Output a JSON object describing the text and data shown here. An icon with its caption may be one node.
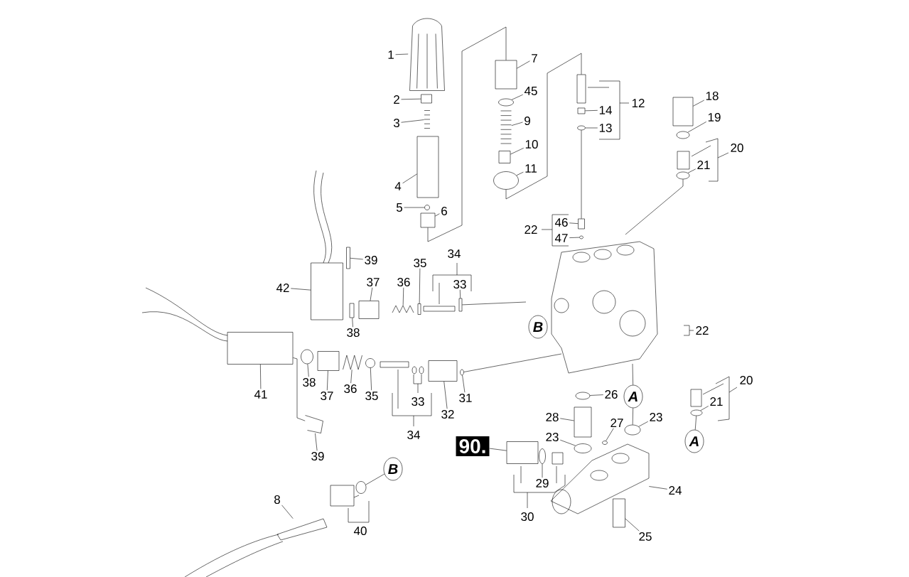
{
  "diagram": {
    "nodes": [
      {
        "text": [
          "1"
        ]
      },
      {
        "text": [
          "7"
        ]
      },
      {
        "text": [
          "45"
        ]
      },
      {
        "text": [
          "18"
        ]
      },
      {
        "text": [
          "2"
        ]
      },
      {
        "text": [
          "14"
        ]
      },
      {
        "text": [
          "19"
        ]
      },
      {
        "text": [
          "3"
        ]
      },
      {
        "text": [
          "9"
        ]
      },
      {
        "text": [
          "13"
        ]
      },
      {
        "text": [
          "10"
        ]
      },
      {
        "text": [
          "21"
        ]
      },
      {
        "text": [
          "11"
        ]
      },
      {
        "text": [
          "4"
        ]
      },
      {
        "text": [
          "5"
        ]
      },
      {
        "text": [
          "6"
        ]
      },
      {
        "text": [
          "46"
        ]
      },
      {
        "text": [
          "47"
        ]
      },
      {
        "text": [
          "39"
        ]
      },
      {
        "text": [
          "35"
        ]
      },
      {
        "text": [
          "37"
        ]
      },
      {
        "text": [
          "36"
        ]
      },
      {
        "text": [
          "33"
        ]
      },
      {
        "text": [
          "42"
        ]
      },
      {
        "text": [
          "B"
        ]
      },
      {
        "text": [
          "38"
        ]
      },
      {
        "text": [
          "41"
        ]
      },
      {
        "text": [
          "38"
        ]
      },
      {
        "text": [
          "36"
        ]
      },
      {
        "text": [
          "37"
        ]
      },
      {
        "text": [
          "35"
        ]
      },
      {
        "text": [
          "32"
        ]
      },
      {
        "text": [
          "31"
        ]
      },
      {
        "text": [
          "26"
        ]
      },
      {
        "text": [
          "A"
        ]
      },
      {
        "text": [
          "21"
        ]
      },
      {
        "text": [
          "28"
        ]
      },
      {
        "text": [
          "23"
        ]
      },
      {
        "text": [
          "27"
        ]
      },
      {
        "text": [
          "23"
        ]
      },
      {
        "text": [
          "A"
        ]
      },
      {
        "text": [
          "90."
        ]
      },
      {
        "text": [
          "39"
        ]
      },
      {
        "text": [
          "B"
        ]
      },
      {
        "text": [
          "29"
        ]
      },
      {
        "text": [
          "24"
        ]
      },
      {
        "text": [
          "8"
        ]
      },
      {
        "text": [
          "25"
        ]
      },
      {
        "text": [],
        "shape": "picture"
      },
      {
        "text": [],
        "shape": "box"
      },
      {
        "text": [],
        "shape": "circle"
      },
      {
        "text": [],
        "shape": "box"
      },
      {
        "text": [],
        "shape": "box"
      },
      {
        "text": [],
        "shape": "box"
      },
      {
        "text": [],
        "shape": "circle"
      },
      {
        "text": [],
        "shape": "picture"
      },
      {
        "text": [],
        "shape": "picture"
      },
      {
        "text": [],
        "shape": "circle"
      },
      {
        "text": [],
        "shape": "box"
      },
      {
        "text": [],
        "shape": "circle"
      },
      {
        "text": [],
        "shape": "circle"
      },
      {
        "text": [],
        "shape": "box"
      },
      {
        "text": [],
        "shape": "circle"
      },
      {
        "text": [],
        "shape": "box"
      },
      {
        "text": [],
        "shape": "box"
      },
      {
        "text": [],
        "shape": "circle"
      },
      {
        "text": [],
        "shape": "box"
      },
      {
        "text": [],
        "shape": "box"
      },
      {
        "text": [],
        "shape": "box"
      },
      {
        "text": [],
        "shape": "picture"
      },
      {
        "text": [],
        "shape": "box"
      },
      {
        "text": [],
        "shape": "box"
      },
      {
        "text": [],
        "shape": "box"
      },
      {
        "text": [],
        "shape": "box"
      },
      {
        "text": [],
        "shape": "circle"
      },
      {
        "text": [],
        "shape": "picture"
      },
      {
        "text": [],
        "shape": "box"
      },
      {
        "text": [],
        "shape": "circle"
      },
      {
        "text": [],
        "shape": "box"
      },
      {
        "text": [],
        "shape": "circle"
      },
      {
        "text": [],
        "shape": "circle"
      },
      {
        "text": [],
        "shape": "circle"
      },
      {
        "text": [],
        "shape": "box"
      },
      {
        "text": [],
        "shape": "circle"
      },
      {
        "text": [],
        "shape": "circle"
      },
      {
        "text": [],
        "shape": "circle"
      },
      {
        "text": [],
        "shape": "box"
      },
      {
        "text": [],
        "shape": "picture"
      },
      {
        "text": [],
        "shape": "circle"
      },
      {
        "text": [],
        "shape": "picture"
      },
      {
        "text": [],
        "shape": "picture"
      },
      {
        "text": [],
        "shape": "box"
      },
      {
        "text": [],
        "shape": "circle"
      },
      {
        "text": [],
        "shape": "box"
      }
    ],
    "edges": [
      {
        "from": 0,
        "to": 48,
        "arrow": "none"
      },
      {
        "from": 1,
        "to": 49,
        "arrow": "none"
      },
      {
        "from": 2,
        "to": 50,
        "arrow": "none"
      },
      {
        "from": 3,
        "to": 51,
        "arrow": "none"
      },
      {
        "from": 4,
        "to": 52,
        "arrow": "none"
      },
      {
        "from": 5,
        "to": 53,
        "arrow": "none"
      },
      {
        "from": 6,
        "to": 54,
        "arrow": "none"
      },
      {
        "from": 7,
        "to": 55,
        "arrow": "none"
      },
      {
        "from": 8,
        "to": 56,
        "arrow": "none"
      },
      {
        "from": 9,
        "to": 57,
        "arrow": "none"
      },
      {
        "from": 10,
        "to": 58,
        "arrow": "none"
      },
      {
        "from": 11,
        "to": 59,
        "arrow": "none"
      },
      {
        "from": 12,
        "to": 60,
        "arrow": "none"
      },
      {
        "from": 13,
        "to": 61,
        "arrow": "none"
      },
      {
        "from": 14,
        "to": 62,
        "arrow": "none"
      },
      {
        "from": 15,
        "to": 63,
        "arrow": "none"
      },
      {
        "from": 16,
        "to": 64,
        "arrow": "none"
      },
      {
        "from": 17,
        "to": 65,
        "arrow": "none"
      },
      {
        "from": 18,
        "to": 66,
        "arrow": "none"
      },
      {
        "from": 19,
        "to": 67,
        "arrow": "none"
      },
      {
        "from": 20,
        "to": 68,
        "arrow": "none"
      },
      {
        "from": 21,
        "to": 69,
        "arrow": "none"
      },
      {
        "from": 22,
        "to": 70,
        "arrow": "none"
      },
      {
        "from": 23,
        "to": 71,
        "arrow": "none"
      },
      {
        "from": 25,
        "to": 72,
        "arrow": "none"
      },
      {
        "from": 26,
        "to": 73,
        "arrow": "none"
      },
      {
        "from": 27,
        "to": 74,
        "arrow": "none"
      },
      {
        "from": 28,
        "to": 75,
        "arrow": "none"
      },
      {
        "from": 29,
        "to": 76,
        "arrow": "none"
      },
      {
        "from": 30,
        "to": 77,
        "arrow": "none"
      },
      {
        "from": 31,
        "to": 78,
        "arrow": "none"
      },
      {
        "from": 32,
        "to": 79,
        "arrow": "none"
      },
      {
        "from": 33,
        "to": 80,
        "arrow": "none"
      },
      {
        "from": 35,
        "to": 81,
        "arrow": "none"
      },
      {
        "from": 36,
        "to": 82,
        "arrow": "none"
      },
      {
        "from": 37,
        "to": 83,
        "arrow": "none"
      },
      {
        "from": 38,
        "to": 84,
        "arrow": "none"
      },
      {
        "from": 39,
        "to": 85,
        "arrow": "none"
      },
      {
        "from": 41,
        "to": 86,
        "arrow": "none"
      },
      {
        "from": 42,
        "to": 87,
        "arrow": "none"
      },
      {
        "from": 44,
        "to": 88,
        "arrow": "none"
      },
      {
        "from": 45,
        "to": 89,
        "arrow": "none"
      },
      {
        "from": 46,
        "to": 90,
        "arrow": "none"
      },
      {
        "from": 47,
        "to": 91,
        "arrow": "none"
      },
      {
        "from": 92,
        "to": 43,
        "arrow": "none"
      },
      {
        "from": 83,
        "to": 34,
        "arrow": "none"
      },
      {
        "from": 34,
        "to": null,
        "arrow": "none"
      },
      {
        "from": 81,
        "to": 40,
        "arrow": "none"
      },
      {
        "from": 70,
        "to": null,
        "arrow": "none"
      },
      {
        "from": 79,
        "to": null,
        "arrow": "none"
      },
      {
        "from": 57,
        "to": 64,
        "arrow": "none"
      },
      {
        "from": 63,
        "to": 49,
        "arrow": "none"
      },
      {
        "from": 60,
        "to": 93,
        "arrow": "none"
      },
      {
        "from": 59,
        "to": null,
        "arrow": "none"
      },
      {
        "from": 73,
        "to": 87,
        "arrow": "none"
      }
    ],
    "labels": [
      "12",
      "20",
      "22",
      "34",
      "22",
      "20",
      "33",
      "34",
      "30",
      "40"
    ]
  }
}
